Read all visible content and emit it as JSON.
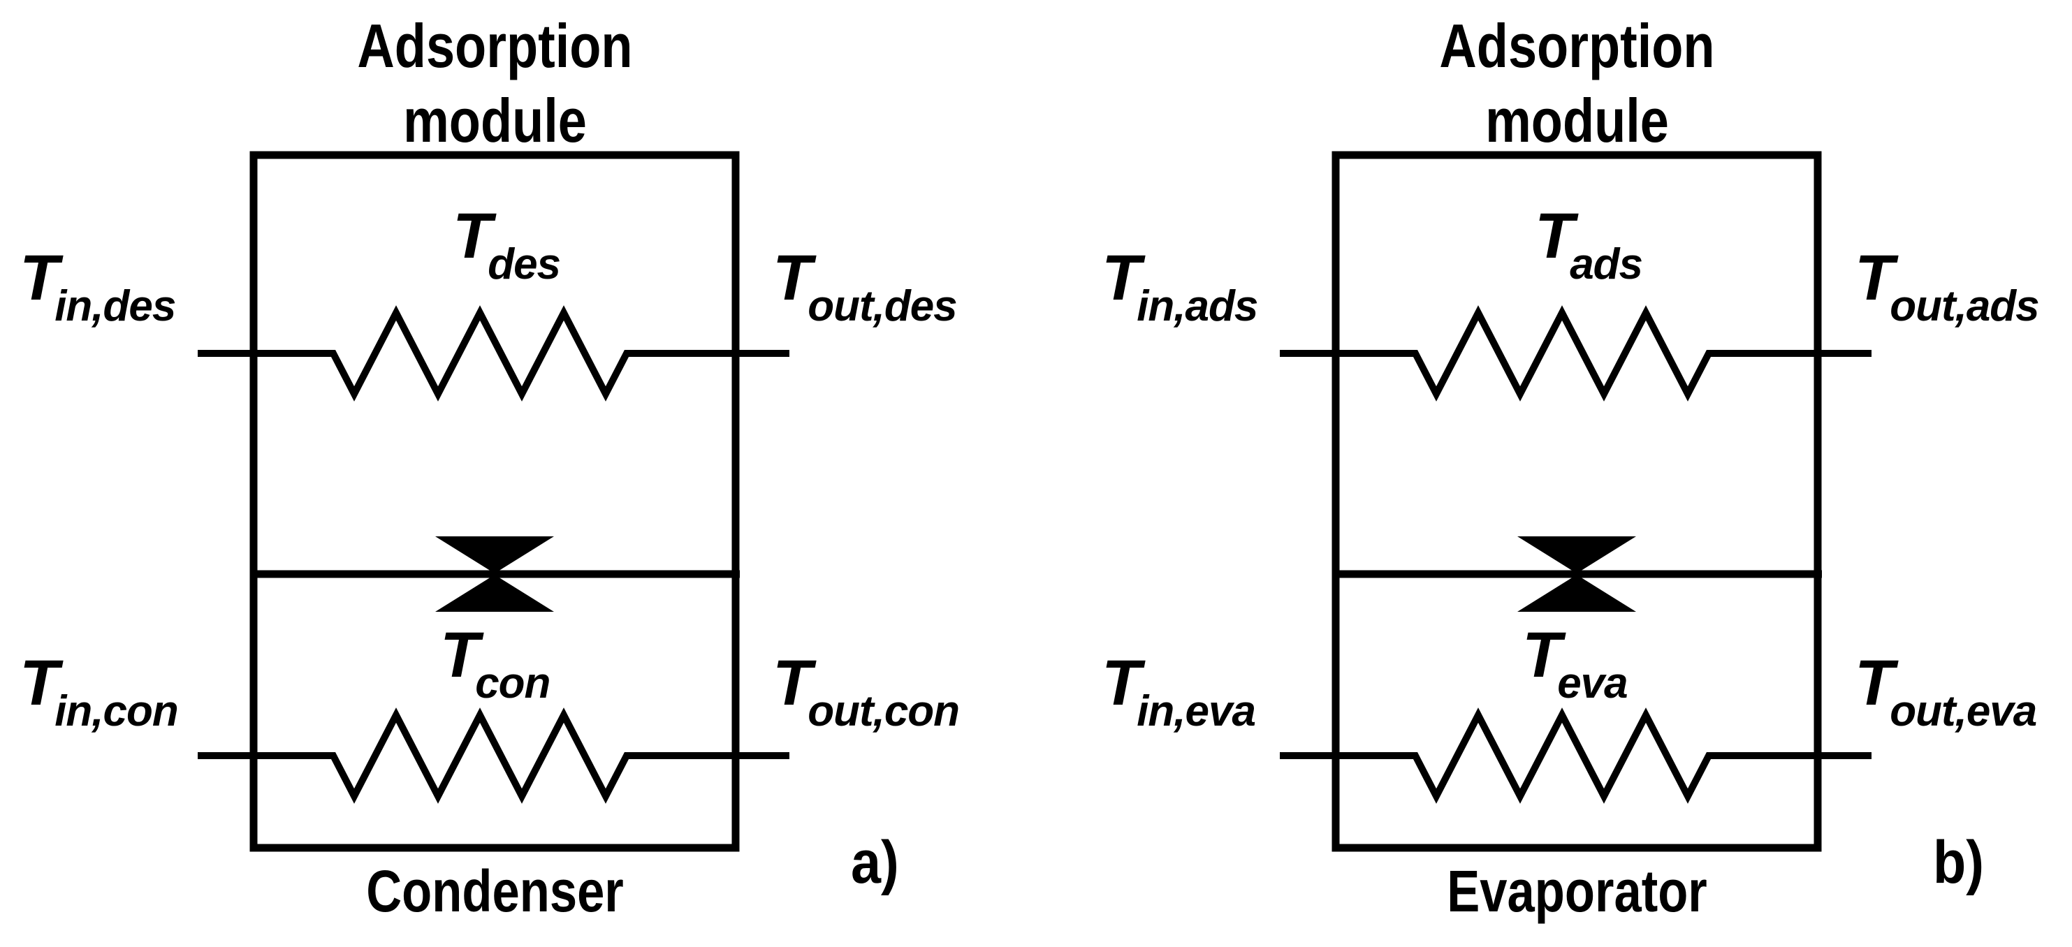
{
  "figure": {
    "colors": {
      "ink": "#000000",
      "background": "#ffffff"
    },
    "panels": [
      {
        "id": "a",
        "title_line1": "Adsorption",
        "title_line2": "module",
        "top_resistor_label": {
          "main": "T",
          "sub": "des"
        },
        "top_left_label": {
          "main": "T",
          "sub": "in,des"
        },
        "top_right_label": {
          "main": "T",
          "sub": "out,des"
        },
        "bottom_resistor_label": {
          "main": "T",
          "sub": "con"
        },
        "bottom_left_label": {
          "main": "T",
          "sub": "in,con"
        },
        "bottom_right_label": {
          "main": "T",
          "sub": "out,con"
        },
        "bottom_component": "Condenser",
        "caption": "a)"
      },
      {
        "id": "b",
        "title_line1": "Adsorption",
        "title_line2": "module",
        "top_resistor_label": {
          "main": "T",
          "sub": "ads"
        },
        "top_left_label": {
          "main": "T",
          "sub": "in,ads"
        },
        "top_right_label": {
          "main": "T",
          "sub": "out,ads"
        },
        "bottom_resistor_label": {
          "main": "T",
          "sub": "eva"
        },
        "bottom_left_label": {
          "main": "T",
          "sub": "in,eva"
        },
        "bottom_right_label": {
          "main": "T",
          "sub": "out,eva"
        },
        "bottom_component": "Evaporator",
        "caption": "b)"
      }
    ]
  }
}
